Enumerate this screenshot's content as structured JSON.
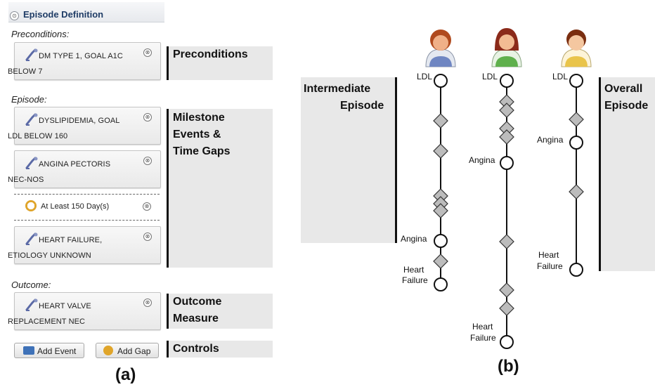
{
  "panel_a": {
    "title": "Episode Definition",
    "sections": {
      "preconditions": "Preconditions:",
      "episode": "Episode:",
      "outcome": "Outcome:"
    },
    "precondition_cards": [
      {
        "line1": "DM TYPE 1, GOAL A1C",
        "line2": "BELOW 7"
      }
    ],
    "episode_cards": [
      {
        "line1": "DYSLIPIDEMIA, GOAL",
        "line2": "LDL BELOW 160"
      },
      {
        "line1": "ANGINA PECTORIS",
        "line2": "NEC-NOS"
      }
    ],
    "gap": {
      "label": "At Least 150 Day(s)"
    },
    "episode_cards_after_gap": [
      {
        "line1": "HEART FAILURE,",
        "line2": "ETIOLOGY UNKNOWN"
      }
    ],
    "outcome_cards": [
      {
        "line1": "HEART VALVE",
        "line2": "REPLACEMENT NEC"
      }
    ],
    "buttons": {
      "add_event": "Add Event",
      "add_gap": "Add Gap"
    },
    "close_symbol": "⊗",
    "collapse_symbol": "⊙"
  },
  "annotations": {
    "preconditions": "Preconditions",
    "milestone_line1": "Milestone",
    "milestone_line2": "Events &",
    "milestone_line3": "Time Gaps",
    "outcome_line1": "Outcome",
    "outcome_line2": "Measure",
    "controls": "Controls"
  },
  "captions": {
    "a": "(a)",
    "b": "(b)"
  },
  "panel_b": {
    "intermediate_line1": "Intermediate",
    "intermediate_line2": "Episode",
    "overall_line1": "Overall",
    "overall_line2": "Episode",
    "labels": {
      "ldl": "LDL",
      "angina": "Angina",
      "heart": "Heart",
      "failure": "Failure"
    },
    "patients": [
      "patient-1",
      "patient-2",
      "patient-3"
    ]
  },
  "colors": {
    "panel_title": "#1f3c66",
    "annotation_bg": "#e8e8e8",
    "diamond": "#bcbcbc"
  }
}
